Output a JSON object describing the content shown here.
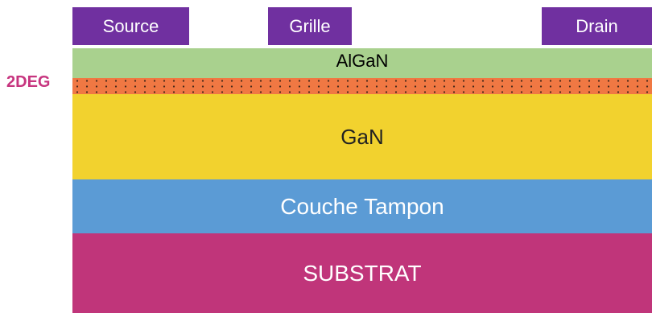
{
  "contacts": {
    "source": "Source",
    "gate": "Grille",
    "drain": "Drain"
  },
  "layers": {
    "barrier": "AlGaN",
    "channel": "GaN",
    "buffer": "Couche Tampon",
    "substrate": "SUBSTRAT"
  },
  "labels": {
    "twodeg": "2DEG"
  },
  "colors": {
    "contact": "#7030a0",
    "barrier": "#a9d18e",
    "twodeg_layer": "#f07843",
    "twodeg_label": "#c7357f",
    "channel": "#f2d22e",
    "buffer": "#5b9bd5",
    "substrate": "#c0357a"
  }
}
